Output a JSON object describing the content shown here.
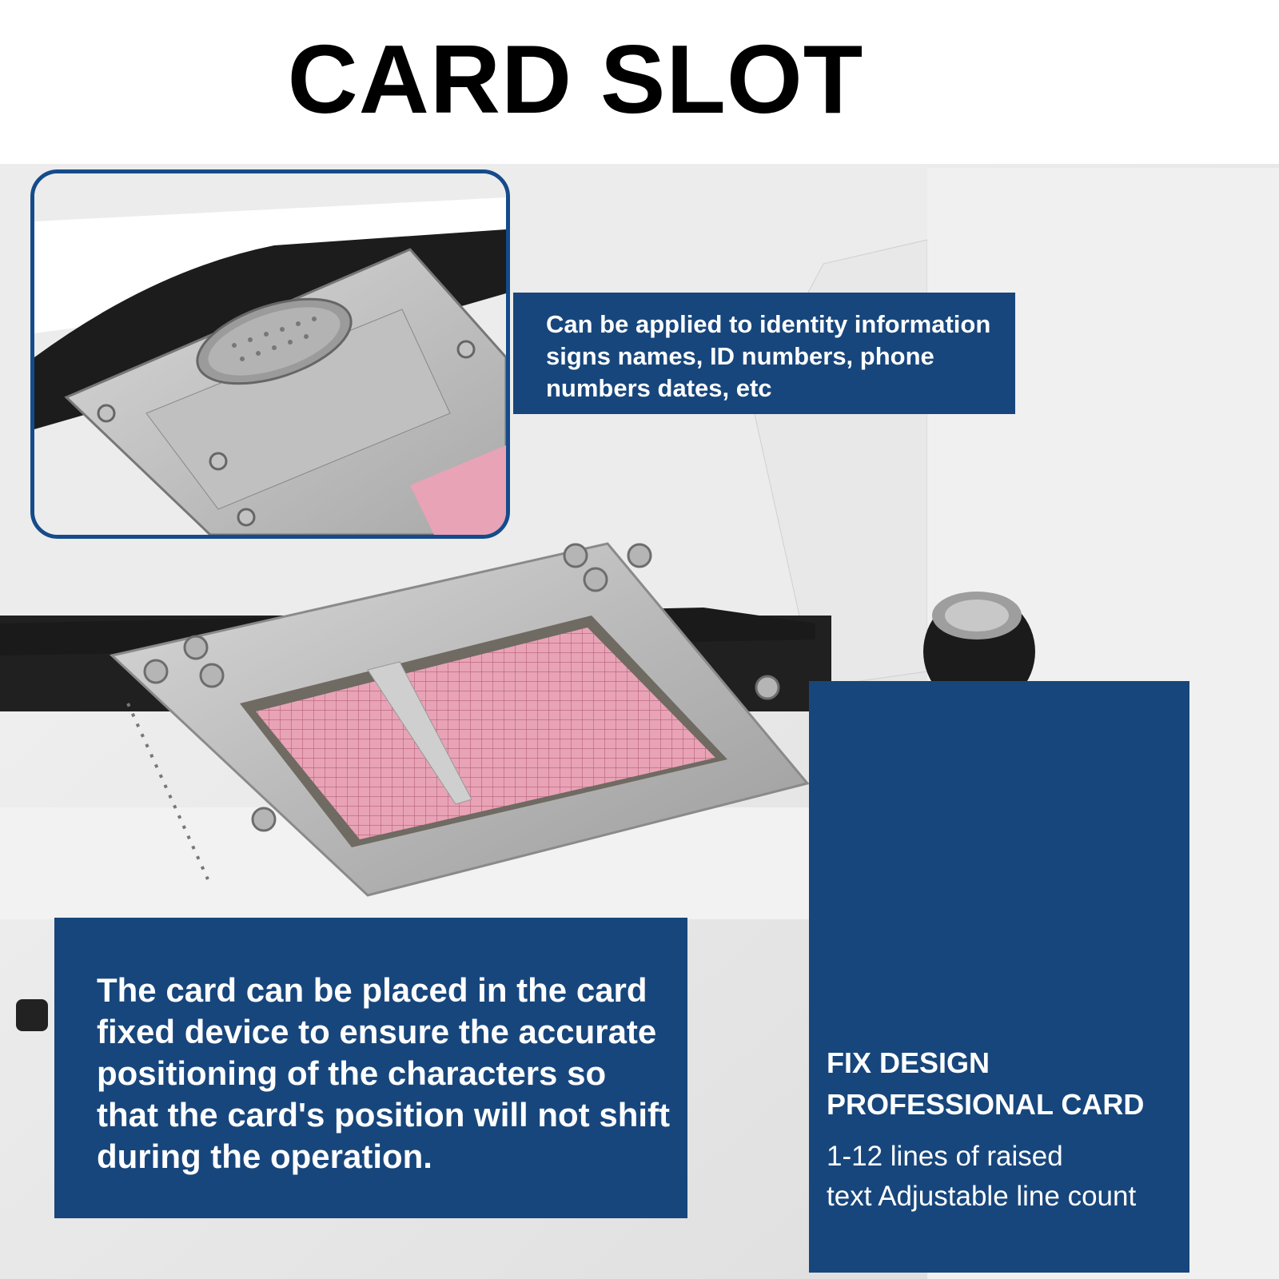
{
  "title": "CARD SLOT",
  "top_callout": {
    "lines": [
      "Can be applied to identity information",
      "signs names, ID numbers, phone",
      "numbers dates, etc"
    ]
  },
  "bottom_callout": {
    "lines": [
      "The card can be placed in the card",
      "fixed device to ensure the accurate",
      "positioning of the characters so",
      "that the card's position will not shift",
      "during the operation."
    ]
  },
  "right_callout": {
    "heading_lines": [
      "FIX DESIGN",
      "PROFESSIONAL CARD"
    ],
    "text_lines": [
      "1-12 lines of raised",
      "text Adjustable line count"
    ]
  },
  "colors": {
    "panel_blue": "#17467c",
    "frame_blue": "#154b8a",
    "card_pink": "#e79aae"
  }
}
